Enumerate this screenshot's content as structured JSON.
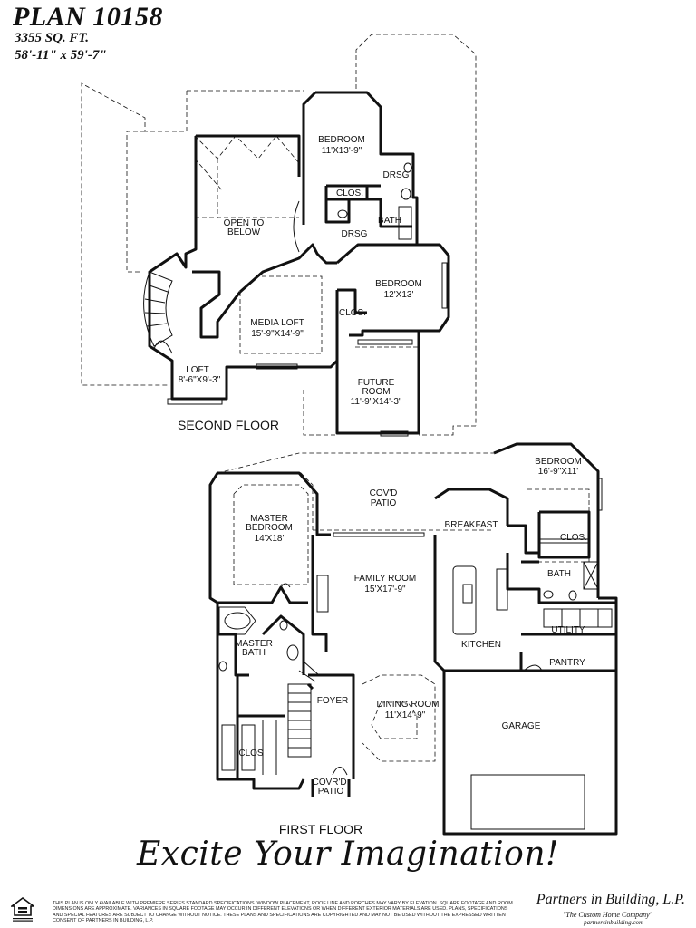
{
  "header": {
    "plan_name": "PLAN 10158",
    "sqft": "3355 SQ. FT.",
    "dimensions": "58'-11\" x 59'-7\""
  },
  "second_floor": {
    "label": "SECOND FLOOR",
    "rooms": {
      "bedroom_a_name": "BEDROOM",
      "bedroom_a_size": "11'X13'-9\"",
      "drsg_top": "DRSG",
      "clos_top": "CLOS.",
      "bath": "BATH",
      "drsg_mid": "DRSG",
      "open_name": "OPEN TO",
      "open_sub": "BELOW",
      "bedroom_b_name": "BEDROOM",
      "bedroom_b_size": "12'X13'",
      "clos_b": "CLOS.",
      "media_name": "MEDIA LOFT",
      "media_size": "15'-9\"X14'-9\"",
      "loft_name": "LOFT",
      "loft_size": "8'-6\"X9'-3\"",
      "future_name": "FUTURE",
      "future_name2": "ROOM",
      "future_size": "11'-9\"X14'-3\""
    }
  },
  "first_floor": {
    "label": "FIRST FLOOR",
    "rooms": {
      "patio_name": "COV'D",
      "patio_sub": "PATIO",
      "bedroom_name": "BEDROOM",
      "bedroom_size": "16'-9\"X11'",
      "master_name": "MASTER",
      "master_name2": "BEDROOM",
      "master_size": "14'X18'",
      "breakfast": "BREAKFAST",
      "clos": "CLOS.",
      "family_name": "FAMILY ROOM",
      "family_size": "15'X17'-9\"",
      "bath": "BATH",
      "utility": "UTILITY",
      "master_bath": "MASTER",
      "master_bath2": "BATH",
      "kitchen": "KITCHEN",
      "pantry": "PANTRY",
      "foyer": "FOYER",
      "dining_name": "DINING ROOM",
      "dining_size": "11'X14'-9\"",
      "garage": "GARAGE",
      "clos_master": "CLOS",
      "covrd_name": "COVR'D.",
      "covrd_sub": "PATIO"
    }
  },
  "tagline": "Excite Your Imagination!",
  "disclaimer": "THIS PLAN IS ONLY AVAILABLE WITH PREMIERE SERIES STANDARD SPECIFICATIONS. WINDOW PLACEMENT, ROOF LINE AND PORCHES MAY VARY BY ELEVATION. SQUARE FOOTAGE AND ROOM DIMENSIONS ARE APPROXIMATE. VARIANCES IN SQUARE FOOTAGE MAY OCCUR IN DIFFERENT ELEVATIONS OR WHEN DIFFERENT EXTERIOR MATERIALS ARE USED. PLANS, SPECIFICATIONS AND SPECIAL FEATURES ARE SUBJECT TO CHANGE WITHOUT NOTICE. THESE PLANS AND SPECIFICATIONS ARE COPYRIGHTED AND MAY NOT BE USED WITHOUT THE EXPRESSED WRITTEN CONSENT OF PARTNERS IN BUILDING, L.P.",
  "brand": {
    "name": "Partners in Building, L.P.",
    "subtitle": "\"The Custom Home Company\"",
    "url": "partnersinbuilding.com"
  },
  "icons": {
    "housing": "equal-housing-icon"
  }
}
